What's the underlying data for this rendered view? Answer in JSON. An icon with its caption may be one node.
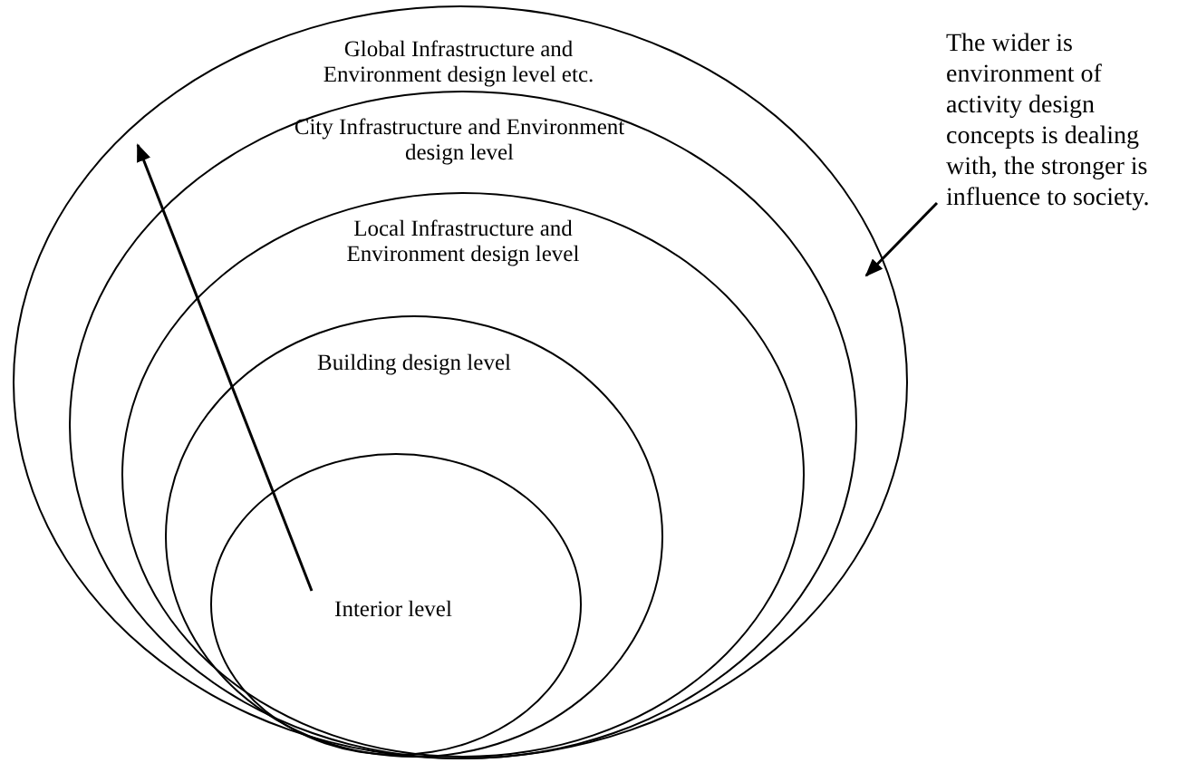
{
  "diagram": {
    "nodes": [
      {
        "text": [
          "Global Infrastructure and Environment design level etc."
        ]
      },
      {
        "text": [
          "City Infrastructure and Environment design level"
        ],
        "in": 0
      },
      {
        "text": [
          "Local Infrastructure and Environment design level"
        ],
        "in": 1
      },
      {
        "text": [
          "Building design level"
        ],
        "in": 2
      },
      {
        "text": [
          "Interior level"
        ],
        "in": 3
      },
      {
        "text": [
          "The wider is environment of activity design concepts is dealing with, the stronger is influence to society."
        ]
      }
    ],
    "edges": [
      {
        "from": 4,
        "to": 0,
        "arrow": "to"
      },
      {
        "from": 5,
        "to": 0,
        "arrow": "to"
      }
    ]
  }
}
